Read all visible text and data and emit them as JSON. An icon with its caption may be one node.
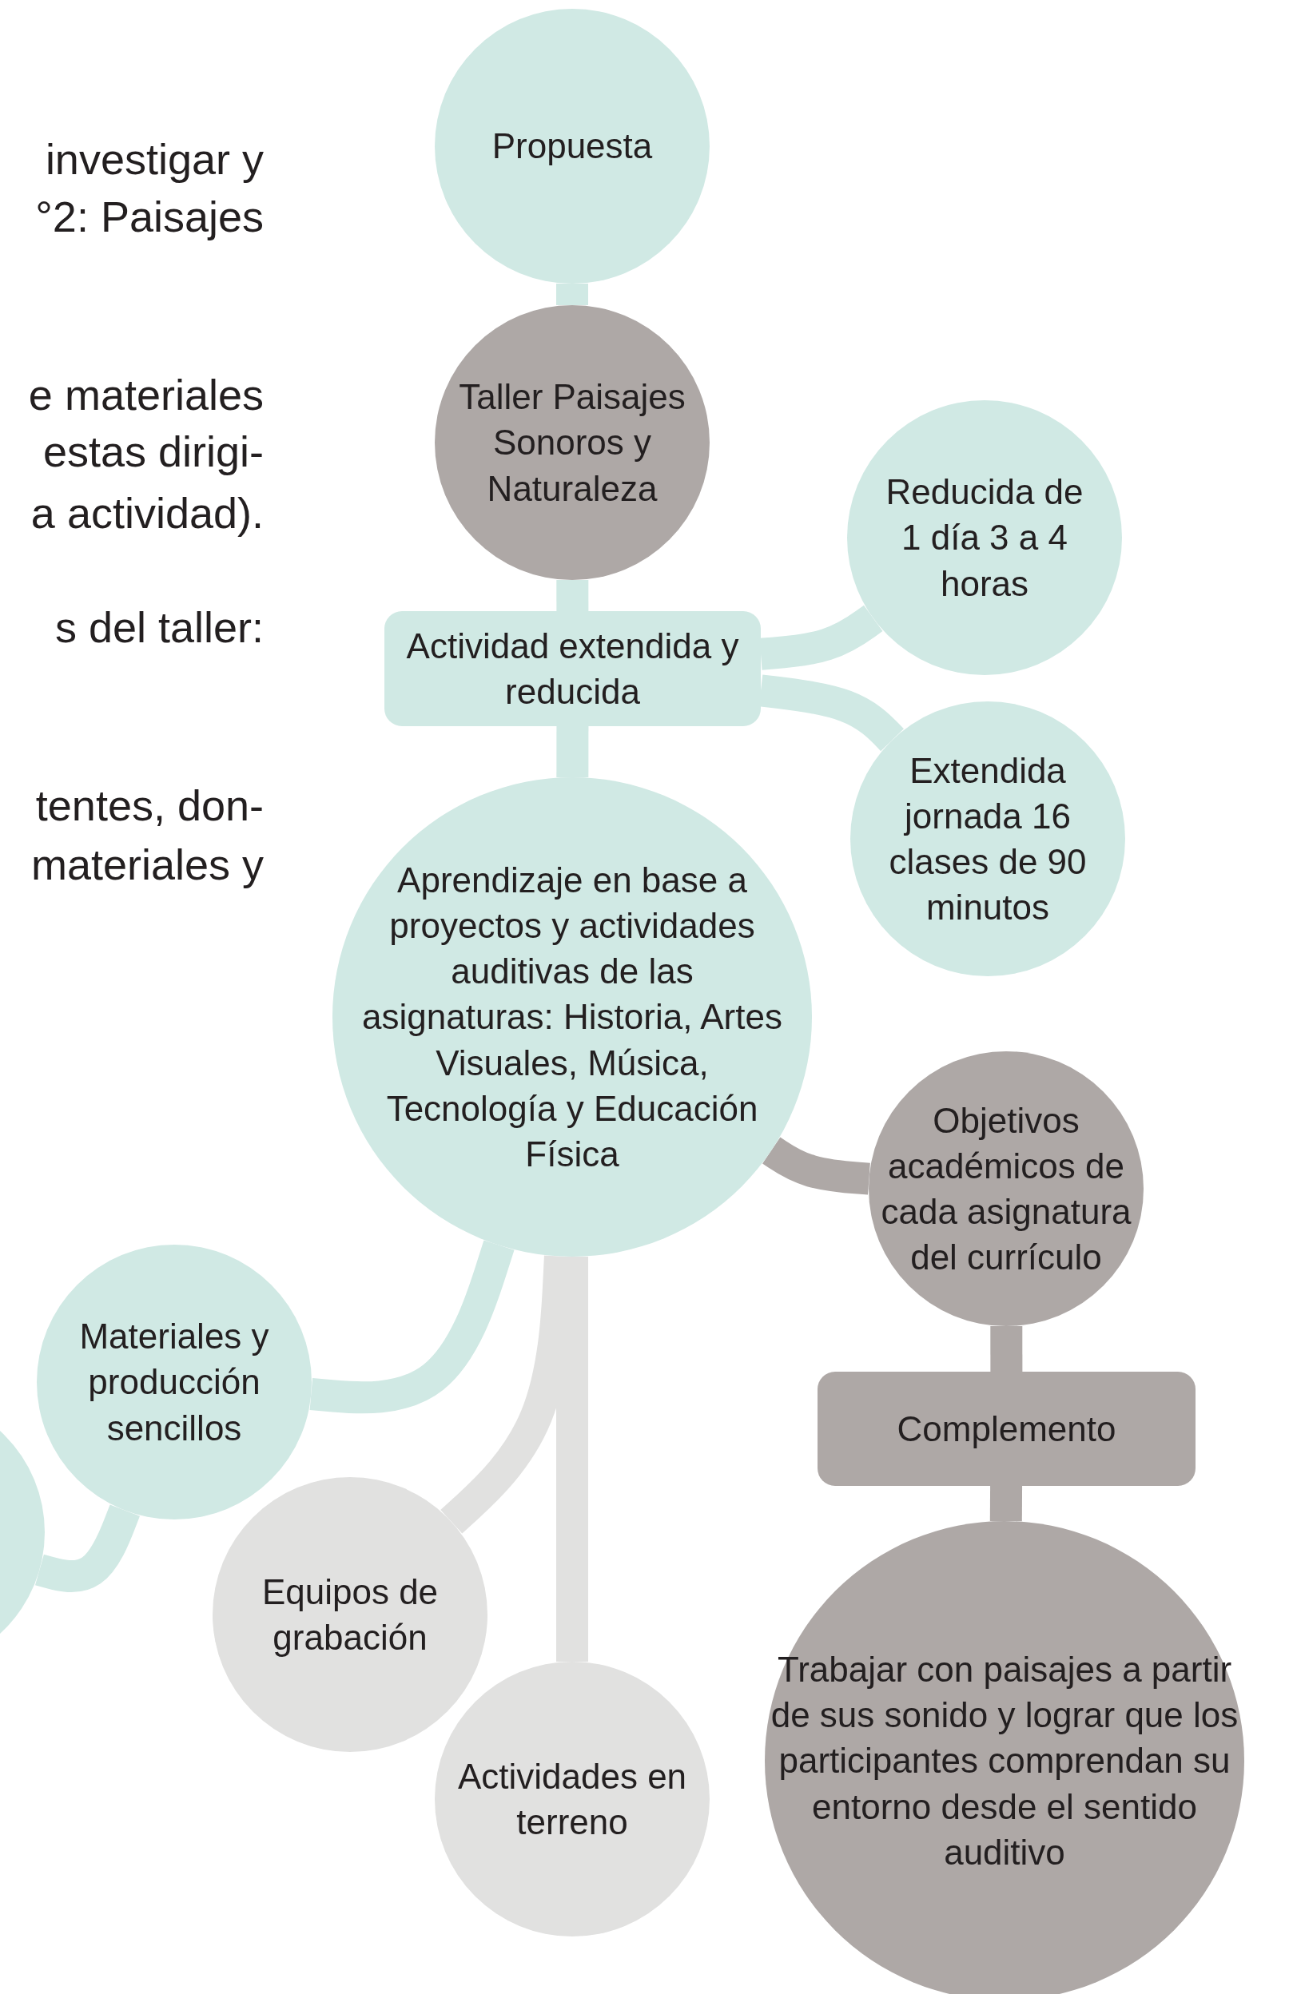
{
  "diagram": {
    "nodes": [
      {
        "text": [
          "Propuesta"
        ]
      },
      {
        "text": [
          "Taller Paisajes Sonoros y Naturaleza"
        ]
      },
      {
        "text": [
          "Actividad extendida y reducida"
        ]
      },
      {
        "text": [
          "Reducida de 1 día 3 a 4 horas"
        ]
      },
      {
        "text": [
          "Extendida jornada 16 clases de 90 minutos"
        ]
      },
      {
        "text": [
          "Aprendizaje en base a proyectos y actividades auditivas de las asignaturas: Historia, Artes Visuales, Música, Tecnología y Educación Física"
        ]
      },
      {
        "text": [
          "Objetivos académicos de cada asignatura del currículo"
        ]
      },
      {
        "text": [
          "Complemento"
        ]
      },
      {
        "text": [
          "Trabajar con paisajes a partir de sus sonido y lograr que los participantes comprendan su entorno desde el sentido auditivo"
        ]
      },
      {
        "text": [
          "Materiales y producción sencillos"
        ]
      },
      {
        "text": [],
        "shape": "circle"
      },
      {
        "text": [
          "Equipos de grabación"
        ]
      },
      {
        "text": [
          "Actividades en terreno"
        ]
      }
    ],
    "edges": [
      {
        "from": 0,
        "to": 1,
        "arrow": "none"
      },
      {
        "from": 1,
        "to": 2,
        "arrow": "none"
      },
      {
        "from": 2,
        "to": 3,
        "arrow": "none"
      },
      {
        "from": 2,
        "to": 4,
        "arrow": "none"
      },
      {
        "from": 2,
        "to": 5,
        "arrow": "none"
      },
      {
        "from": 5,
        "to": 6,
        "arrow": "none",
        "color": "#aea8a6"
      },
      {
        "from": 6,
        "to": 7,
        "arrow": "none",
        "color": "#aea8a6"
      },
      {
        "from": 7,
        "to": 8,
        "arrow": "none",
        "color": "#aea8a6"
      },
      {
        "from": 5,
        "to": 9,
        "arrow": "none"
      },
      {
        "from": 9,
        "to": 10,
        "arrow": "none"
      },
      {
        "from": 5,
        "to": 11,
        "arrow": "none",
        "color": "#e1e1e0"
      },
      {
        "from": 5,
        "to": 12,
        "arrow": "none",
        "color": "#e1e1e0"
      }
    ],
    "labels": [
      "investigar y",
      "°2: Paisajes",
      "e materiales",
      "estas dirigi-",
      "a actividad).",
      "s del taller:",
      "tentes, don-",
      "materiales y"
    ]
  }
}
